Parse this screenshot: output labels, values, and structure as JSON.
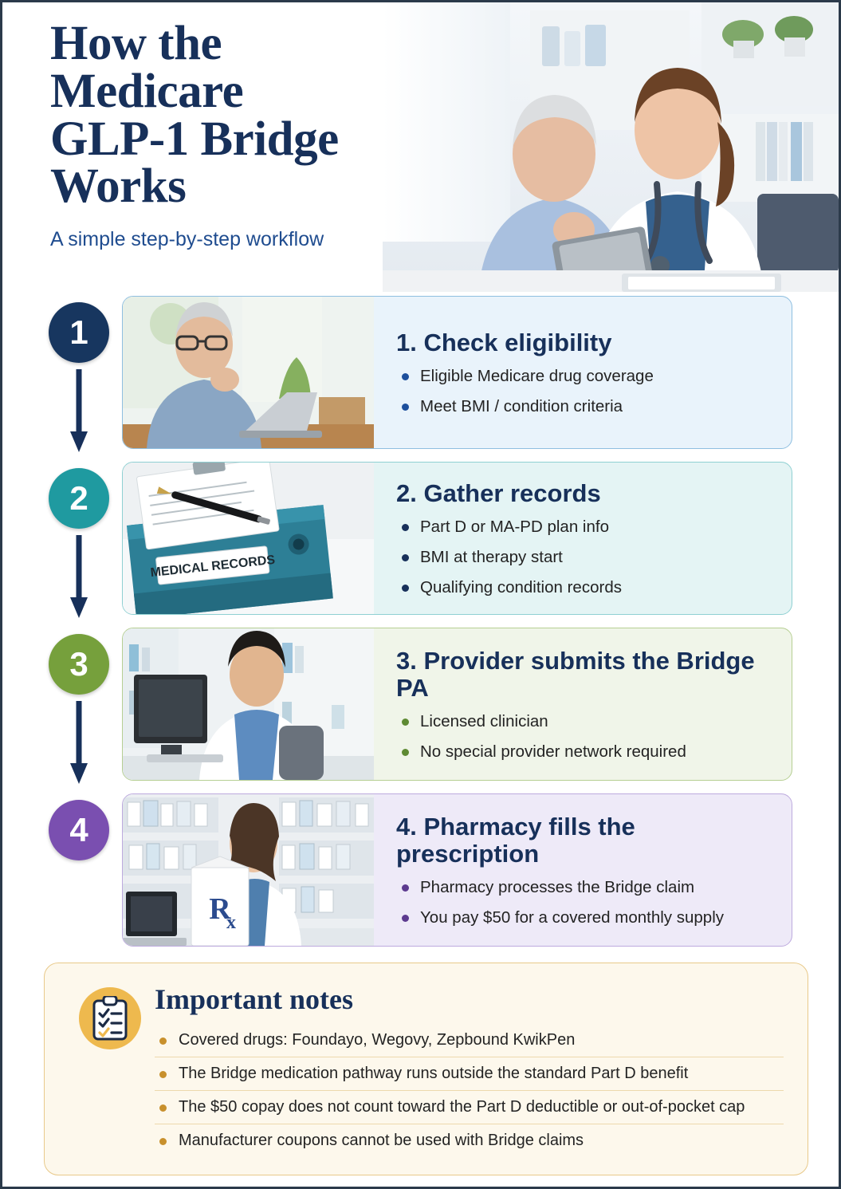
{
  "header": {
    "title_lines": [
      "How the",
      "Medicare",
      "GLP-1 Bridge",
      "Works"
    ],
    "title": "How the Medicare GLP-1 Bridge Works",
    "subtitle": "A simple step-by-step workflow",
    "photo_alt": "Doctor and senior patient reviewing a tablet together in a clinic"
  },
  "colors": {
    "navy": "#17305a",
    "teal": "#1f9aa0",
    "green": "#76a03c",
    "purple": "#7a4fb0",
    "gold": "#eeb94e",
    "note_bullet": "#c8902c",
    "subtitle_blue": "#1f4c8f"
  },
  "steps": [
    {
      "number": "1",
      "badge_color": "#17365f",
      "card_bg": "#e9f3fb",
      "card_border": "#8fbfe0",
      "bullet_color": "#1d4f9c",
      "title": "1. Check eligibility",
      "bullets": [
        "Eligible Medicare drug coverage",
        "Meet BMI / condition criteria"
      ],
      "photo_alt": "Senior man using a laptop at a desk near a bright window"
    },
    {
      "number": "2",
      "badge_color": "#1f9aa0",
      "card_bg": "#e4f4f4",
      "card_border": "#8fd0d2",
      "bullet_color": "#17305a",
      "title": "2. Gather records",
      "bullets": [
        "Part D or MA-PD plan info",
        "BMI at therapy start",
        "Qualifying condition records"
      ],
      "photo_alt": "Teal medical records binder with a clipboard and pen"
    },
    {
      "number": "3",
      "badge_color": "#76a03c",
      "card_bg": "#f0f5e9",
      "card_border": "#b6cf93",
      "bullet_color": "#5e8a33",
      "title": "3. Provider submits the Bridge PA",
      "bullets": [
        "Licensed clinician",
        "No special provider network required"
      ],
      "photo_alt": "Clinician in a white coat working at a desktop computer"
    },
    {
      "number": "4",
      "badge_color": "#7a4fb0",
      "card_bg": "#eeeaf8",
      "card_border": "#bdaade",
      "bullet_color": "#5c3a8f",
      "title": "4. Pharmacy fills the prescription",
      "bullets": [
        "Pharmacy processes the Bridge claim",
        "You pay $50 for a covered monthly supply"
      ],
      "photo_alt": "Pharmacist holding an Rx bag in front of medication shelves"
    }
  ],
  "notes": {
    "icon": "clipboard-checklist-icon",
    "title": "Important notes",
    "items": [
      "Covered drugs: Foundayo, Wegovy, Zepbound KwikPen",
      "The Bridge medication pathway runs outside the standard Part D benefit",
      "The $50 copay does not count toward the Part D deductible or out-of-pocket cap",
      "Manufacturer coupons cannot be used with Bridge claims"
    ]
  }
}
